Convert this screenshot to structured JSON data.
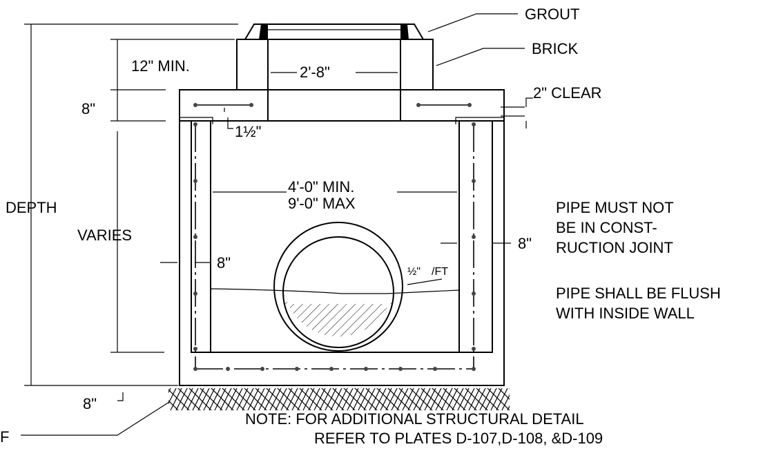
{
  "labels": {
    "grout": "GROUT",
    "brick": "BRICK",
    "clear": "2\"  CLEAR",
    "min12": "12\"  MIN.",
    "w28": "2'-8\"",
    "top8": "8\"",
    "one_half": "1½\"",
    "depth": "DEPTH",
    "varies": "VARIES",
    "width_min": "4'-0\"  MIN.",
    "width_max": "9'-0\"  MAX",
    "wall_left": "8\"",
    "wall_right": "8\"",
    "slope_num": "½\"",
    "slope_unit": "/FT",
    "bottom8": "8\"",
    "partial_left": "F"
  },
  "notes": {
    "pipe1": "PIPE MUST NOT",
    "pipe2": "BE IN CONST-",
    "pipe3": "RUCTION JOINT",
    "flush1": "PIPE SHALL BE FLUSH",
    "flush2": "WITH INSIDE WALL",
    "note1": "NOTE:  FOR ADDITIONAL STRUCTURAL DETAIL",
    "note2": "REFER TO PLATES D-107,D-108, &D-109"
  }
}
